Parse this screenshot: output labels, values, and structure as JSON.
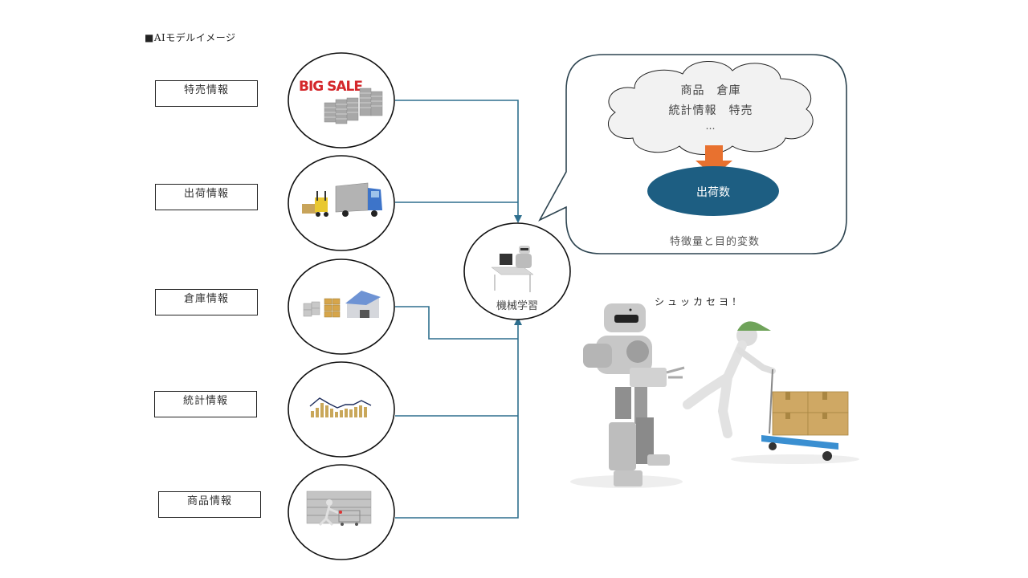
{
  "title": "■AIモデルイメージ",
  "sources": [
    {
      "label": "特売情報",
      "icon": "big-sale-icon",
      "icon_text": "BIG SALE"
    },
    {
      "label": "出荷情報",
      "icon": "truck-forklift-icon"
    },
    {
      "label": "倉庫情報",
      "icon": "warehouse-icon"
    },
    {
      "label": "統計情報",
      "icon": "statistics-chart-icon"
    },
    {
      "label": "商品情報",
      "icon": "shopping-cart-icon"
    }
  ],
  "machine_learning": {
    "label": "機械学習",
    "icon": "robot-computer-icon"
  },
  "bubble": {
    "cloud_lines": [
      "商品　倉庫",
      "統計情報　特売",
      "…"
    ],
    "target": "出荷数",
    "caption": "特徴量と目的変数"
  },
  "scene": {
    "speech": "シュッカセヨ！"
  },
  "colors": {
    "connector": "#2e6f8e",
    "target_ellipse": "#1d5e82",
    "arrow": "#e8712f",
    "bubble_border": "#2d4450",
    "cloud_fill": "#f2f2f2",
    "cart_blue": "#3a8fd1",
    "cap_green": "#6fa35a",
    "box_tan": "#cfa864"
  }
}
